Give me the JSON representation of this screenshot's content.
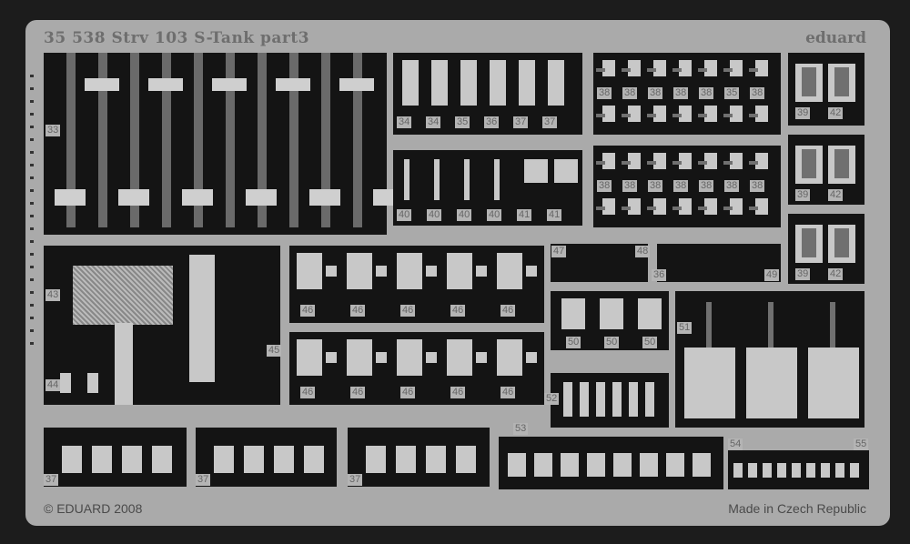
{
  "header": {
    "title": "35 538  Strv 103 S-Tank   part3",
    "brand": "eduard"
  },
  "footer": {
    "copyright": "© EDUARD 2008",
    "origin": "Made in Czech Republic"
  },
  "labels": {
    "rods": "33",
    "panel_b": [
      "34",
      "34",
      "35",
      "36",
      "37",
      "37"
    ],
    "panel_c": [
      "40",
      "40",
      "40",
      "40",
      "41",
      "41"
    ],
    "panel_d": [
      "38",
      "38",
      "38",
      "38",
      "38",
      "35",
      "38"
    ],
    "panel_e": [
      "38",
      "38",
      "38",
      "38",
      "38",
      "38",
      "38"
    ],
    "panel_f": [
      "39",
      "42"
    ],
    "mesh": [
      "43",
      "44",
      "45"
    ],
    "panel_h": [
      "46",
      "46",
      "46",
      "46",
      "46"
    ],
    "panel_i": [
      "46",
      "46",
      "46",
      "46",
      "46"
    ],
    "panel_j": [
      "47",
      "48"
    ],
    "panel_k": [
      "36",
      "49"
    ],
    "panel_l": [
      "50",
      "50",
      "50"
    ],
    "panel_m": "52",
    "panel_n": "51",
    "bottom": "37",
    "panel_o": "53",
    "panel_p": [
      "54",
      "55"
    ]
  }
}
